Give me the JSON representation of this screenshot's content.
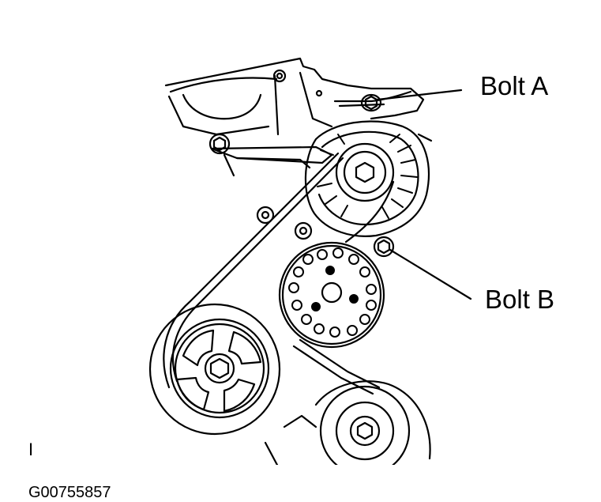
{
  "labels": {
    "bolt_a": "Bolt A",
    "bolt_b": "Bolt B"
  },
  "corner_mark": "I",
  "figure_id": "G00755857",
  "colors": {
    "line": "#000000",
    "background": "#ffffff"
  }
}
